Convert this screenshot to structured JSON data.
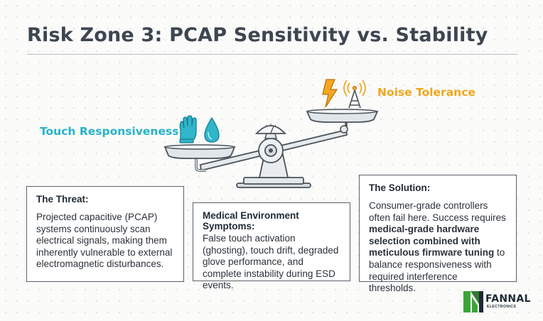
{
  "title": "Risk Zone 3: PCAP Sensitivity vs. Stability",
  "left_side": {
    "label": "Touch Responsiveness",
    "icons": [
      "glove-icon",
      "water-drop-icon"
    ],
    "color": "#27b3c7"
  },
  "right_side": {
    "label": "Noise Tolerance",
    "icons": [
      "lightning-icon",
      "antenna-icon"
    ],
    "color": "#f0a51e"
  },
  "threat": {
    "heading": "The Threat:",
    "body": "Projected capacitive (PCAP) systems continuously scan electrical signals, making them inherently vulnerable to external electromagnetic disturbances."
  },
  "symptoms": {
    "heading": "Medical Environment Symptoms:",
    "body": "False touch activation (ghosting), touch drift, degraded glove performance, and complete instability during ESD events."
  },
  "solution": {
    "heading": "The Solution:",
    "body_start": "Consumer-grade controllers often fail here. Success requires ",
    "body_bold": "medical-grade hardware selection combined with meticulous firmware tuning",
    "body_end": " to balance responsiveness with required interference thresholds."
  },
  "logo": {
    "name": "FANNAL",
    "sub": "ELECTRONICS",
    "colors": {
      "green": "#3aa535",
      "dark": "#1f2933"
    }
  }
}
